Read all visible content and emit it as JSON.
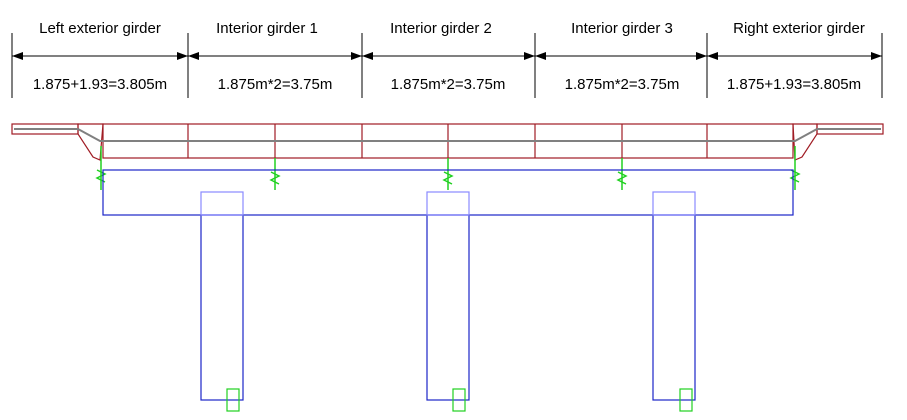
{
  "segments": [
    {
      "title": "Left exterior girder",
      "dimension": "1.875+1.93=3.805m"
    },
    {
      "title": "Interior girder 1",
      "dimension": "1.875m*2=3.75m"
    },
    {
      "title": "Interior girder 2",
      "dimension": "1.875m*2=3.75m"
    },
    {
      "title": "Interior girder 3",
      "dimension": "1.875m*2=3.75m"
    },
    {
      "title": "Right exterior girder",
      "dimension": "1.875+1.93=3.805m"
    }
  ],
  "colors": {
    "dimension_lines": "#000000",
    "deck_outline": "#a01c24",
    "deck_centerline": "#808080",
    "cap_beam_and_piers": "#1c24c8",
    "pier_top_outline": "#8a8aff",
    "supports": "#20d020"
  }
}
